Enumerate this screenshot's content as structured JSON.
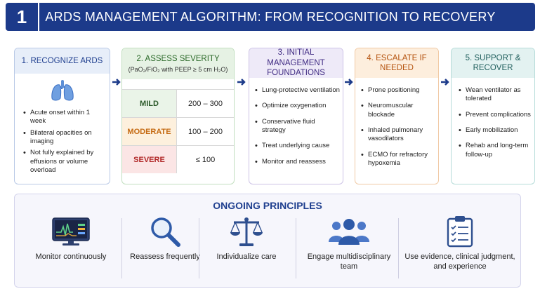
{
  "header": {
    "number": "1",
    "title": "ARDS MANAGEMENT ALGORITHM: FROM RECOGNITION TO RECOVERY"
  },
  "steps": {
    "recognize": {
      "title": "1.  RECOGNIZE ARDS",
      "icon": "lungs-icon",
      "items": [
        "Acute onset within 1 week",
        "Bilateral opacities on imaging",
        "Not fully explained by effusions or volume overload"
      ]
    },
    "assess": {
      "title": "2.  ASSESS SEVERITY",
      "subtitle": "(PaO₂/FiO₂ with PEEP ≥ 5 cm H₂O)",
      "rows": [
        {
          "label": "MILD",
          "value": "200 – 300"
        },
        {
          "label": "MODERATE",
          "value": "100 – 200"
        },
        {
          "label": "SEVERE",
          "value": "≤  100"
        }
      ]
    },
    "initial": {
      "title": "3.  INITIAL MANAGEMENT FOUNDATIONS",
      "items": [
        "Lung-protective ventilation",
        "Optimize oxygenation",
        "Conservative fluid strategy",
        "Treat underlying cause",
        "Monitor and reassess"
      ]
    },
    "escalate": {
      "title": "4.  ESCALATE IF NEEDED",
      "items": [
        "Prone positioning",
        "Neuromuscular blockade",
        "Inhaled pulmonary vasodilators",
        "ECMO for refractory hypoxemia"
      ]
    },
    "support": {
      "title": "5.  SUPPORT & RECOVER",
      "items": [
        "Wean ventilator as tolerated",
        "Prevent complications",
        "Early mobilization",
        "Rehab and long-term follow-up"
      ]
    }
  },
  "principles": {
    "title": "ONGOING  PRINCIPLES",
    "items": [
      {
        "icon": "monitor-icon",
        "label": "Monitor continuously"
      },
      {
        "icon": "magnifier-icon",
        "label": "Reassess frequently"
      },
      {
        "icon": "scales-icon",
        "label": "Individualize care"
      },
      {
        "icon": "team-icon",
        "label": "Engage multidisciplinary team"
      },
      {
        "icon": "checklist-icon",
        "label": "Use evidence, clinical judgment, and experience"
      }
    ]
  },
  "colors": {
    "header": "#1c3a8a",
    "step1": "#1f3f8f",
    "step2": "#2c6a2a",
    "step3": "#3f2a82",
    "step4": "#b55410",
    "step5": "#1f5e5c",
    "moderate": "#c56a12",
    "severe": "#b02626"
  }
}
